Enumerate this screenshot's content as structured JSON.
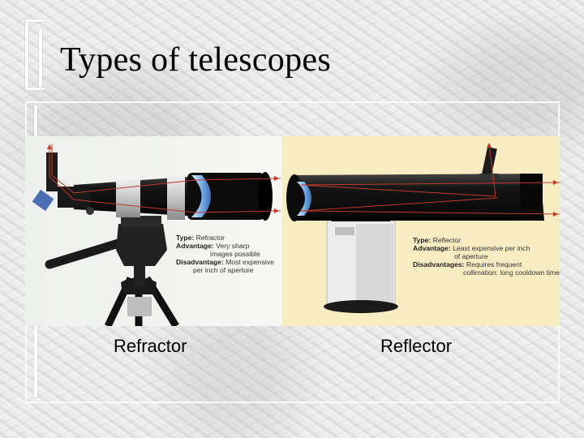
{
  "slide": {
    "title": "Types of telescopes"
  },
  "figure": {
    "refractor_info": {
      "type_label": "Type:",
      "type_value": "Refractor",
      "advantage_label": "Advantage:",
      "advantage_value_1": "Very sharp",
      "advantage_value_2": "images possible",
      "disadvantage_label": "Disadvantage:",
      "disadvantage_value_1": "Most expensive",
      "disadvantage_value_2": "per inch of aperture"
    },
    "reflector_info": {
      "type_label": "Type:",
      "type_value": "Reflector",
      "advantage_label": "Advantage:",
      "advantage_value_1": "Least expensive per inch",
      "advantage_value_2": "of aperture",
      "disadvantage_label": "Disadvantages:",
      "disadvantage_value_1": "Requires frequent",
      "disadvantage_value_2": "collimation; long cooldown time"
    }
  },
  "captions": {
    "left": "Refractor",
    "right": "Reflector"
  }
}
